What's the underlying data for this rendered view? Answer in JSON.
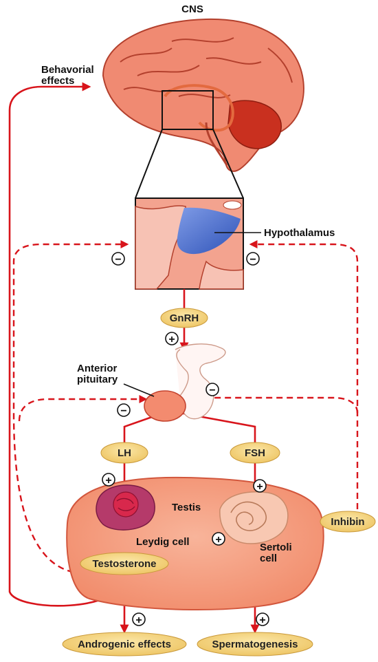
{
  "labels": {
    "cns": "CNS",
    "behavioral_line1": "Behavorial",
    "behavioral_line2": "effects",
    "hypothalamus": "Hypothalamus",
    "anterior_line1": "Anterior",
    "anterior_line2": "pituitary",
    "testis": "Testis",
    "leydig": "Leydig cell",
    "sertoli_line1": "Sertoli",
    "sertoli_line2": "cell"
  },
  "hormones": {
    "gnrh": "GnRH",
    "lh": "LH",
    "fsh": "FSH",
    "inhibin": "Inhibin",
    "testosterone": "Testosterone",
    "androgenic": "Androgenic effects",
    "spermatogenesis": "Spermatogenesis"
  },
  "signs": {
    "stimulate": "+",
    "inhibit": "−"
  },
  "colors": {
    "arrow": "#d8141b",
    "brain": "#f0826c",
    "pill": "#f3d27a",
    "testis": "#f59a7c",
    "hypothalamus": "#3f66c8"
  }
}
